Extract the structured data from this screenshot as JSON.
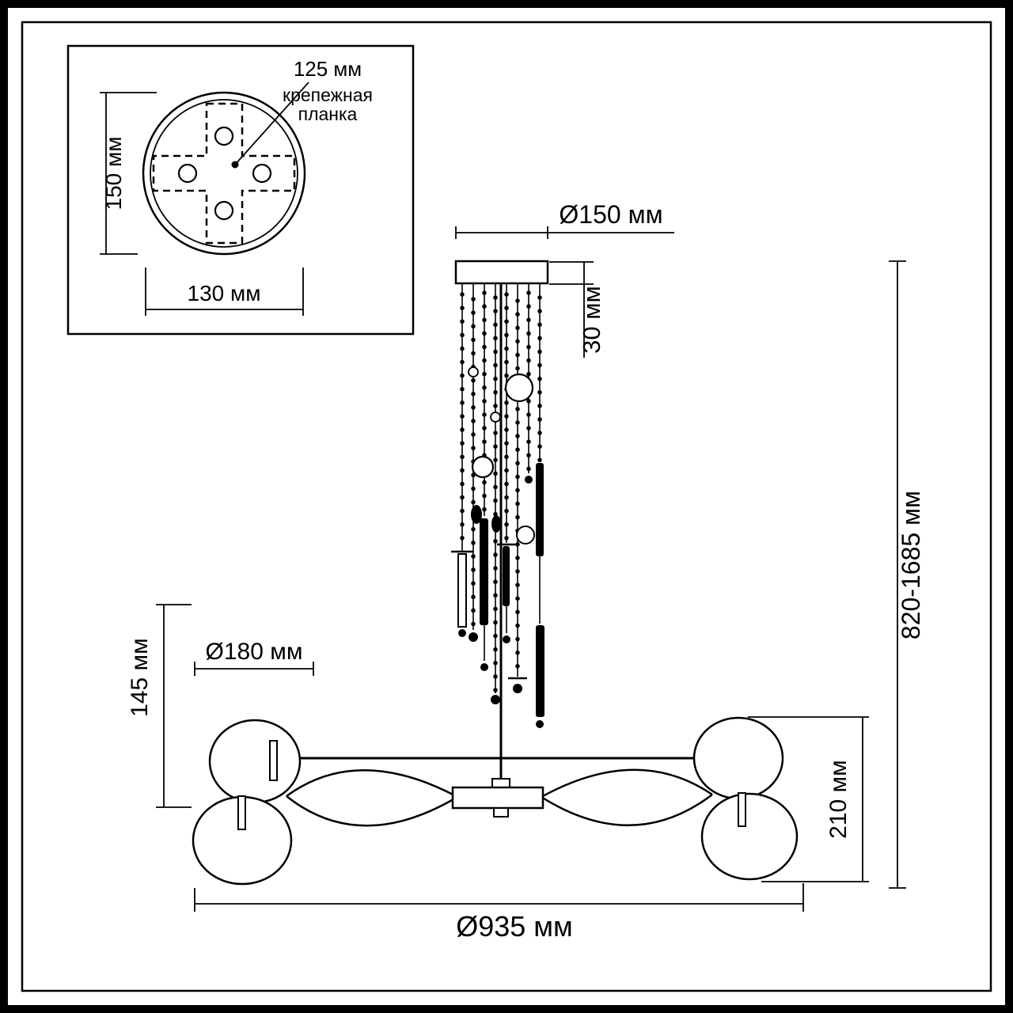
{
  "drawing": {
    "kind": "chandelier technical dimension drawing",
    "colors": {
      "ink": "#000000",
      "background": "#ffffff"
    }
  },
  "inset": {
    "dim_height": "150 мм",
    "dim_width": "130 мм",
    "dim_pitch": "125 мм",
    "mount_label_line1": "крепежная",
    "mount_label_line2": "планка"
  },
  "main": {
    "dim_canopy_diameter": "Ø150 мм",
    "dim_canopy_height": "30 мм",
    "dim_total_height": "820-1685 мм",
    "dim_shade_diameter": "Ø180 мм",
    "dim_left_drop": "145 мм",
    "dim_lamp_height": "210 мм",
    "dim_total_width": "Ø935 мм"
  }
}
